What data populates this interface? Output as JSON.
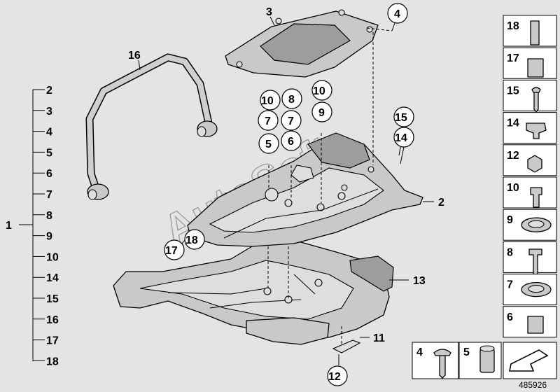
{
  "callouts": {
    "c1": "1",
    "c2a": "2",
    "c3": "3",
    "c4": "4",
    "c8": "8",
    "c9": "9",
    "c10a": "10",
    "c10b": "10",
    "c7a": "7",
    "c7b": "7",
    "c5": "5",
    "c6": "6",
    "c15": "15",
    "c14": "14",
    "c2b": "2",
    "c16": "16",
    "c13": "13",
    "c17": "17",
    "c18": "18",
    "c11": "11",
    "c12": "12"
  },
  "tree_items": [
    "2",
    "3",
    "4",
    "5",
    "6",
    "7",
    "8",
    "9",
    "10",
    "14",
    "15",
    "16",
    "17",
    "18"
  ],
  "side_panel": [
    "18",
    "17",
    "15",
    "14",
    "12",
    "10",
    "9",
    "8",
    "7",
    "6"
  ],
  "bottom_panel": {
    "left": "4",
    "right": "5"
  },
  "watermark": "AutoSoft",
  "diagram_id": "485926"
}
